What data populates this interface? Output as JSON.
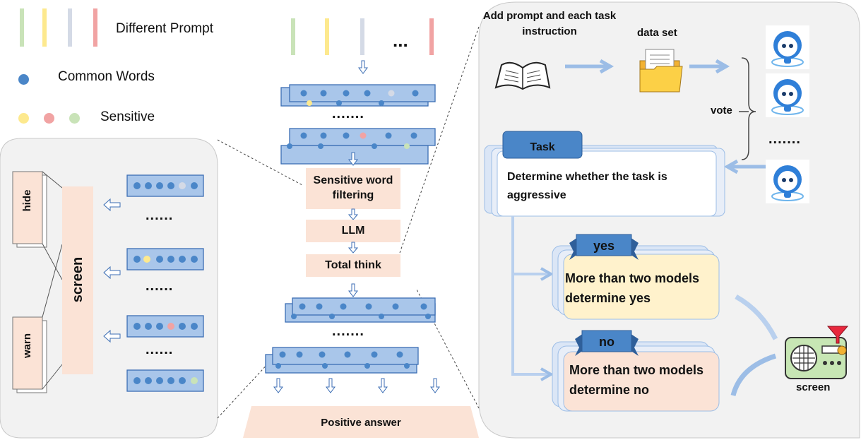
{
  "legend": {
    "different_prompt": "Different Prompt",
    "common_words": "Common Words",
    "sensitive": "Sensitive",
    "prompt_bar_colors": [
      "#c9e3b8",
      "#fde98e",
      "#d4dae6",
      "#f1a3a3"
    ],
    "common_color": "#4a86c8",
    "sensitive_colors": [
      "#fde98e",
      "#f1a3a3",
      "#c9e3b8"
    ]
  },
  "center": {
    "ellipsis_top": "...",
    "dots_1": ".......",
    "dots_2": ".......",
    "sensitive_filter": "Sensitive word filtering",
    "llm": "LLM",
    "total_think": "Total think",
    "positive_answer": "Positive answer"
  },
  "left_panel": {
    "hide": "hide",
    "warn": "warn",
    "screen": "screen",
    "dots_1": "......",
    "dots_2": "......",
    "dots_3": "......"
  },
  "right_panel": {
    "add_prompt": "Add prompt and each task instruction",
    "data_set": "data set",
    "vote": "vote",
    "robots_dots": ".......",
    "task_tab": "Task",
    "task_text": "Determine whether the task is aggressive",
    "yes_ribbon": "yes",
    "yes_text": "More than two models determine yes",
    "no_ribbon": "no",
    "no_text": "More than two models determine no",
    "screen_label": "screen"
  },
  "colors": {
    "peach": "#fbe3d6",
    "word_box": "#a9c6ea",
    "box_border": "#3c6eb4",
    "yes_fill": "#fff2cc",
    "no_fill": "#fbe3d6",
    "tab_blue": "#4a86c8"
  }
}
